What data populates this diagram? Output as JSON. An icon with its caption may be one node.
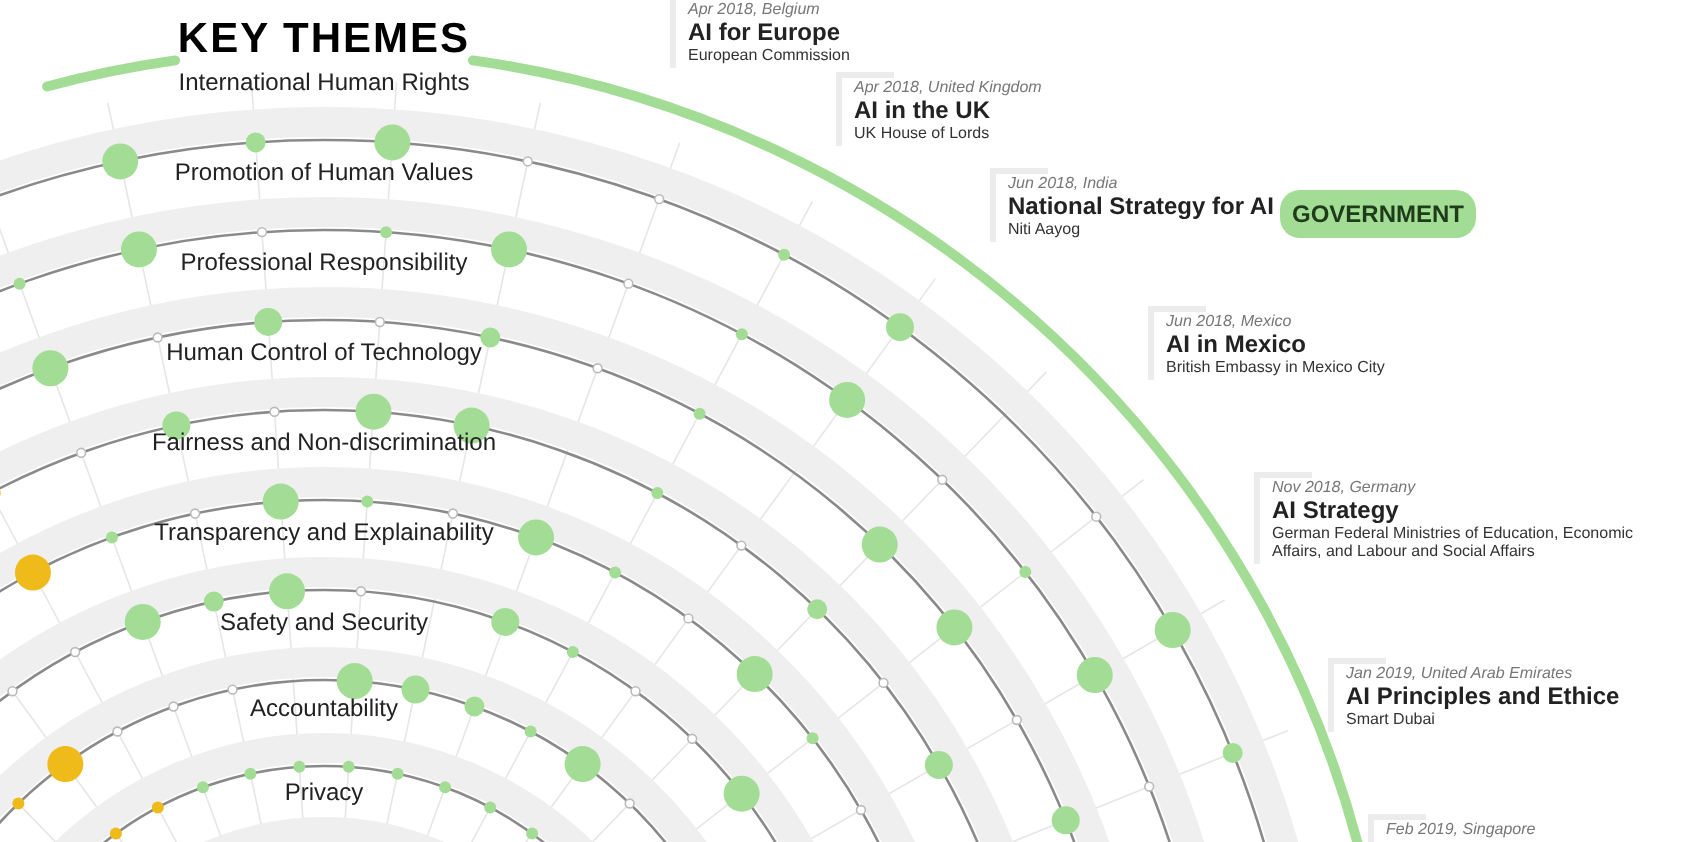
{
  "diagram": {
    "title": "KEY THEMES",
    "nodes": [
      {
        "text": [
          "Apr 2018, Belgium",
          "AI for Europe",
          "European Commission"
        ]
      },
      {
        "text": [
          "Apr 2018, United Kingdom",
          "AI in the UK",
          "UK House of Lords"
        ]
      },
      {
        "text": [
          "Jun 2018, India",
          "National Strategy for AI",
          "Niti Aayog"
        ]
      },
      {
        "text": [
          "GOVERNMENT"
        ]
      },
      {
        "text": [
          "Jun 2018, Mexico",
          "AI in Mexico",
          "British Embassy in Mexico City"
        ]
      },
      {
        "text": [
          "Nov 2018, Germany",
          "AI Strategy",
          "German Federal Ministries of Education, Economic Affairs, and Labour and Social Affairs"
        ]
      },
      {
        "text": [
          "Jan 2019, United Arab Emirates",
          "AI Principles and Ethice",
          "Smart Dubai"
        ]
      },
      {
        "text": [
          "Feb 2019, Singapore"
        ]
      }
    ],
    "edges": [],
    "labels": [
      "International Human Rights",
      "Promotion of Human Values",
      "Professional Responsibility",
      "Human Control of Technology",
      "Fairness and Non-discrimination",
      "Transparency and Explainability",
      "Safety and Security",
      "Accountability",
      "Privacy"
    ]
  }
}
